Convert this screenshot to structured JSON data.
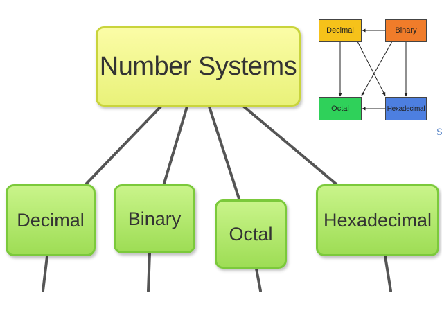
{
  "main_diagram": {
    "root": "Number Systems",
    "children": [
      "Decimal",
      "Binary",
      "Octal",
      "Hexadecimal"
    ]
  },
  "inset_diagram": {
    "nodes": [
      "Decimal",
      "Binary",
      "Octal",
      "Hexadecimal"
    ],
    "colors": {
      "Decimal": "#f6c21a",
      "Binary": "#f07c2a",
      "Octal": "#2fd15a",
      "Hexadecimal": "#4d7fe0"
    }
  },
  "edge_mark": "S"
}
